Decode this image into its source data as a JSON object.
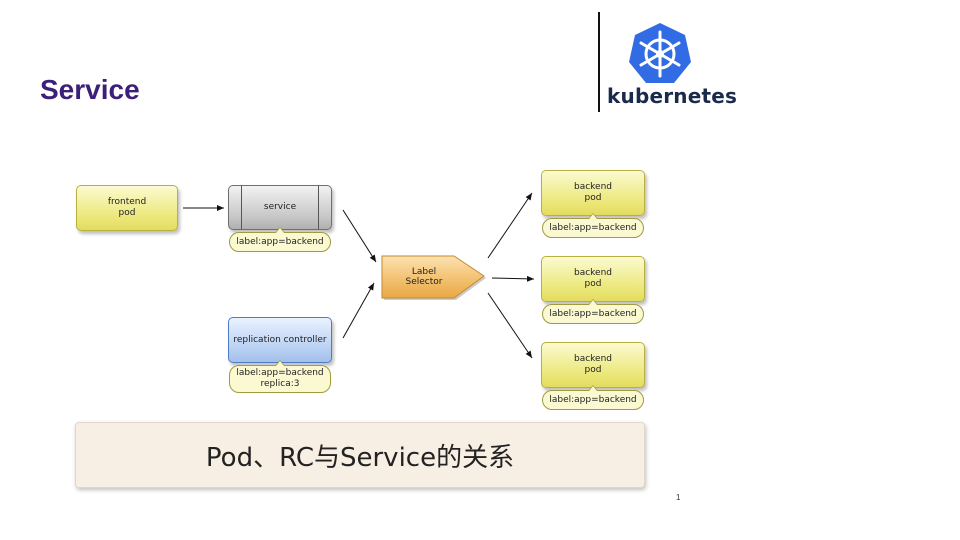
{
  "slide": {
    "title": "Service",
    "page_number": "1"
  },
  "logo": {
    "icon": "kubernetes-helm-icon",
    "wordmark": "kubernetes",
    "color": "#326ce5"
  },
  "diagram": {
    "frontend_pod": [
      "frontend",
      "pod"
    ],
    "service": {
      "label": "service",
      "tag": "label:app=backend"
    },
    "replication_controller": {
      "label": "replication controller",
      "tag": [
        "label:app=backend",
        "replica:3"
      ]
    },
    "label_selector": [
      "Label",
      "Selector"
    ],
    "backend_pods": [
      {
        "label": [
          "backend",
          "pod"
        ],
        "tag": "label:app=backend"
      },
      {
        "label": [
          "backend",
          "pod"
        ],
        "tag": "label:app=backend"
      },
      {
        "label": [
          "backend",
          "pod"
        ],
        "tag": "label:app=backend"
      }
    ]
  },
  "caption": "Pod、RC与Service的关系",
  "colors": {
    "title": "#3b1f7a",
    "pod_fill": "#ece77a",
    "service_fill": "#c8c8c8",
    "rc_fill": "#b8d0f2",
    "selector_fill": "#f0b860",
    "caption_bg": "#f8efe4"
  }
}
